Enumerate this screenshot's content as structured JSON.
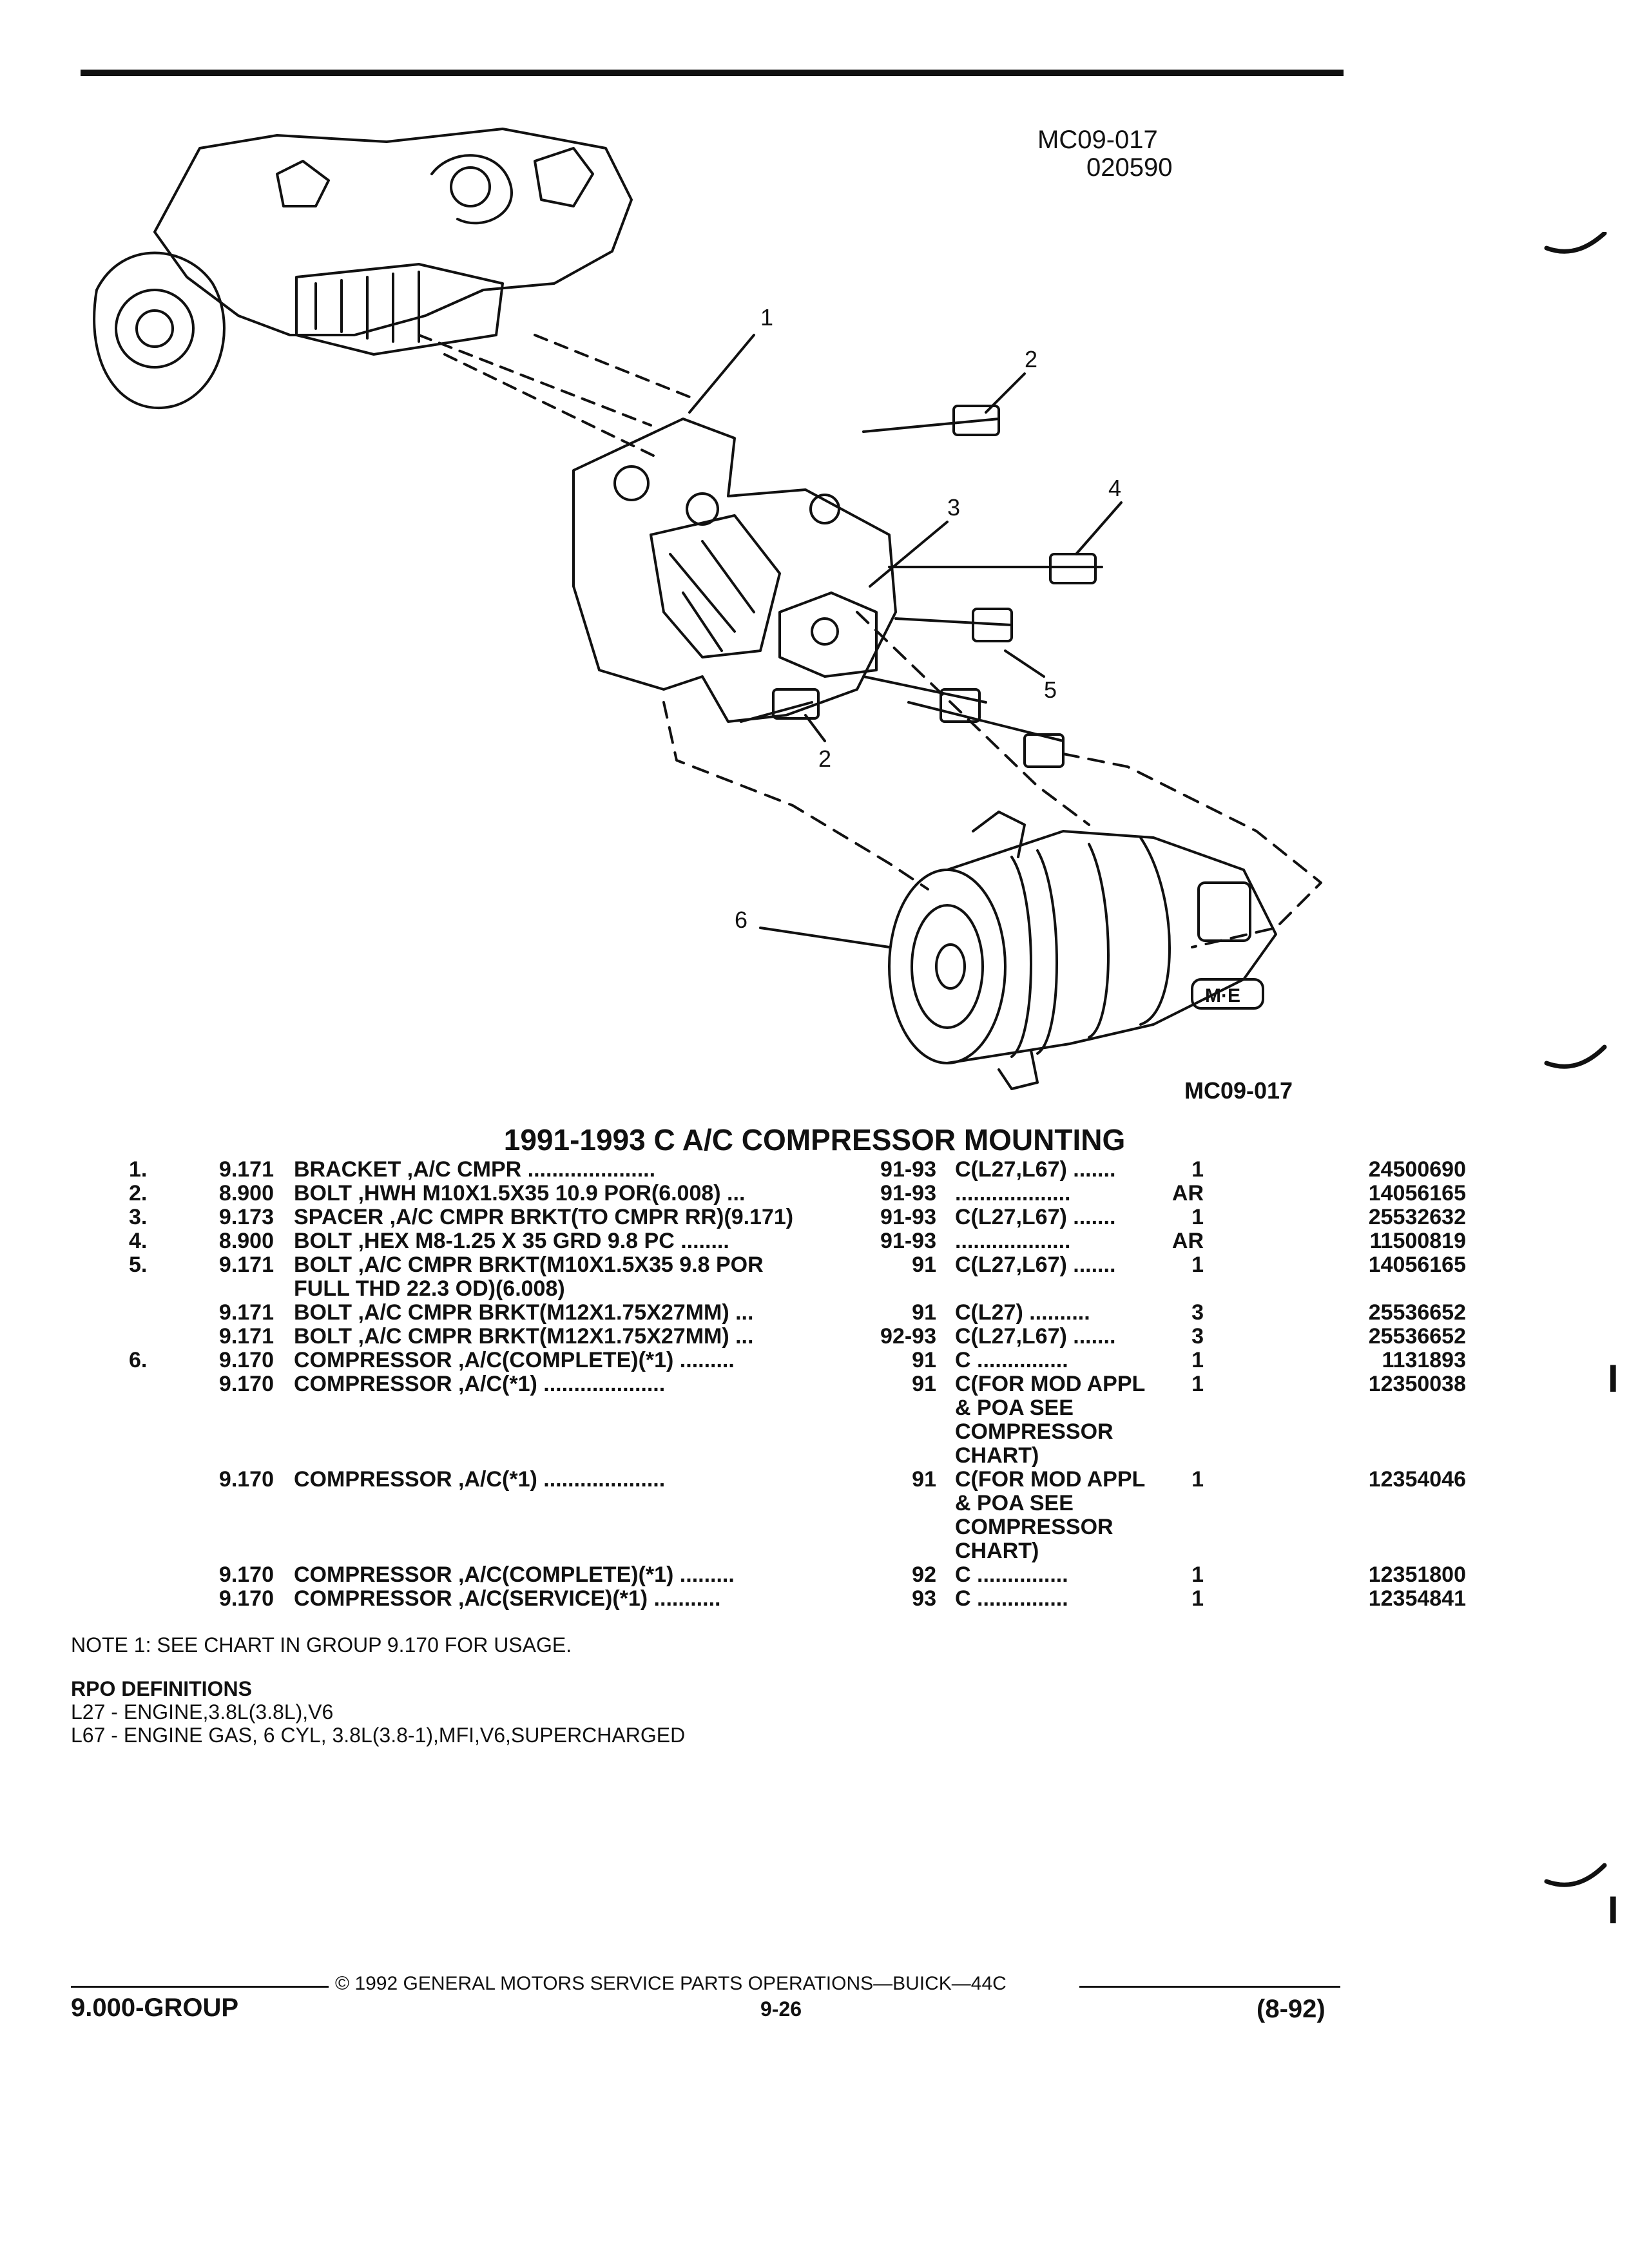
{
  "header": {
    "ref_code": "MC09-017",
    "ref_date": "020590"
  },
  "figure": {
    "callouts": [
      "1",
      "2",
      "3",
      "4",
      "5",
      "2",
      "6"
    ],
    "logo": "M·E",
    "code": "MC09-017"
  },
  "section_title": "1991-1993 C A/C COMPRESSOR MOUNTING",
  "parts": [
    {
      "idx": "1.",
      "group": "9.171",
      "desc": "BRACKET ,A/C CMPR .....................",
      "years": "91-93",
      "appl": "C(L27,L67) .......",
      "qty": "1",
      "part_no": "24500690"
    },
    {
      "idx": "2.",
      "group": "8.900",
      "desc": "BOLT ,HWH M10X1.5X35 10.9 POR(6.008) ...",
      "years": "91-93",
      "appl": "...................",
      "qty": "AR",
      "part_no": "14056165"
    },
    {
      "idx": "3.",
      "group": "9.173",
      "desc": "SPACER ,A/C CMPR BRKT(TO CMPR RR)(9.171)",
      "years": "91-93",
      "appl": "C(L27,L67) .......",
      "qty": "1",
      "part_no": "25532632"
    },
    {
      "idx": "4.",
      "group": "8.900",
      "desc": "BOLT ,HEX M8-1.25 X 35 GRD 9.8 PC ........",
      "years": "91-93",
      "appl": "...................",
      "qty": "AR",
      "part_no": "11500819"
    },
    {
      "idx": "5.",
      "group": "9.171",
      "desc": "BOLT ,A/C CMPR BRKT(M10X1.5X35 9.8 POR\nFULL THD 22.3 OD)(6.008)",
      "years": "91",
      "appl": "C(L27,L67) .......",
      "qty": "1",
      "part_no": "14056165"
    },
    {
      "idx": "",
      "group": "9.171",
      "desc": "BOLT ,A/C CMPR BRKT(M12X1.75X27MM) ...",
      "years": "91",
      "appl": "C(L27) ..........",
      "qty": "3",
      "part_no": "25536652"
    },
    {
      "idx": "",
      "group": "9.171",
      "desc": "BOLT ,A/C CMPR BRKT(M12X1.75X27MM) ...",
      "years": "92-93",
      "appl": "C(L27,L67) .......",
      "qty": "3",
      "part_no": "25536652"
    },
    {
      "idx": "6.",
      "group": "9.170",
      "desc": "COMPRESSOR ,A/C(COMPLETE)(*1) .........",
      "years": "91",
      "appl": "C ...............",
      "qty": "1",
      "part_no": "1131893"
    },
    {
      "idx": "",
      "group": "9.170",
      "desc": "COMPRESSOR ,A/C(*1) ....................",
      "years": "91",
      "appl": "C(FOR MOD APPL\n& POA SEE\nCOMPRESSOR\nCHART)",
      "qty": "1",
      "part_no": "12350038"
    },
    {
      "idx": "",
      "group": "9.170",
      "desc": "COMPRESSOR ,A/C(*1) ....................",
      "years": "91",
      "appl": "C(FOR MOD APPL\n& POA SEE\nCOMPRESSOR\nCHART)",
      "qty": "1",
      "part_no": "12354046"
    },
    {
      "idx": "",
      "group": "9.170",
      "desc": "COMPRESSOR ,A/C(COMPLETE)(*1) .........",
      "years": "92",
      "appl": "C ...............",
      "qty": "1",
      "part_no": "12351800"
    },
    {
      "idx": "",
      "group": "9.170",
      "desc": "COMPRESSOR ,A/C(SERVICE)(*1) ...........",
      "years": "93",
      "appl": "C ...............",
      "qty": "1",
      "part_no": "12354841"
    }
  ],
  "note": "NOTE  1:  SEE CHART IN GROUP 9.170 FOR USAGE.",
  "rpo": {
    "heading": "RPO DEFINITIONS",
    "lines": [
      "L27 - ENGINE,3.8L(3.8L),V6",
      "L67 - ENGINE GAS, 6 CYL, 3.8L(3.8-1),MFI,V6,SUPERCHARGED"
    ]
  },
  "footer": {
    "copyright": "©  1992  GENERAL MOTORS SERVICE PARTS OPERATIONS—BUICK—44C",
    "group": "9.000-GROUP",
    "page": "9-26",
    "date": "(8-92)"
  },
  "margin_marks": [
    "I",
    "I"
  ]
}
